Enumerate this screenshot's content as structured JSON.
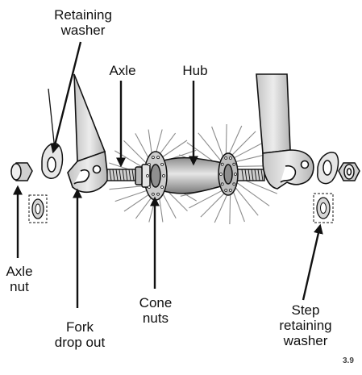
{
  "labels": {
    "retaining_washer": [
      "Retaining",
      "washer"
    ],
    "axle": "Axle",
    "hub": "Hub",
    "axle_nut": [
      "Axle",
      "nut"
    ],
    "fork_drop_out": [
      "Fork",
      "drop out"
    ],
    "cone_nuts": [
      "Cone",
      "nuts"
    ],
    "step_retaining_washer": [
      "Step",
      "retaining",
      "washer"
    ]
  },
  "figure_number": "3.9",
  "colors": {
    "line": "#111111",
    "part_fill": "#d7d7d7",
    "part_dark": "#a9a9a9",
    "spoke": "#8c8c8c"
  }
}
